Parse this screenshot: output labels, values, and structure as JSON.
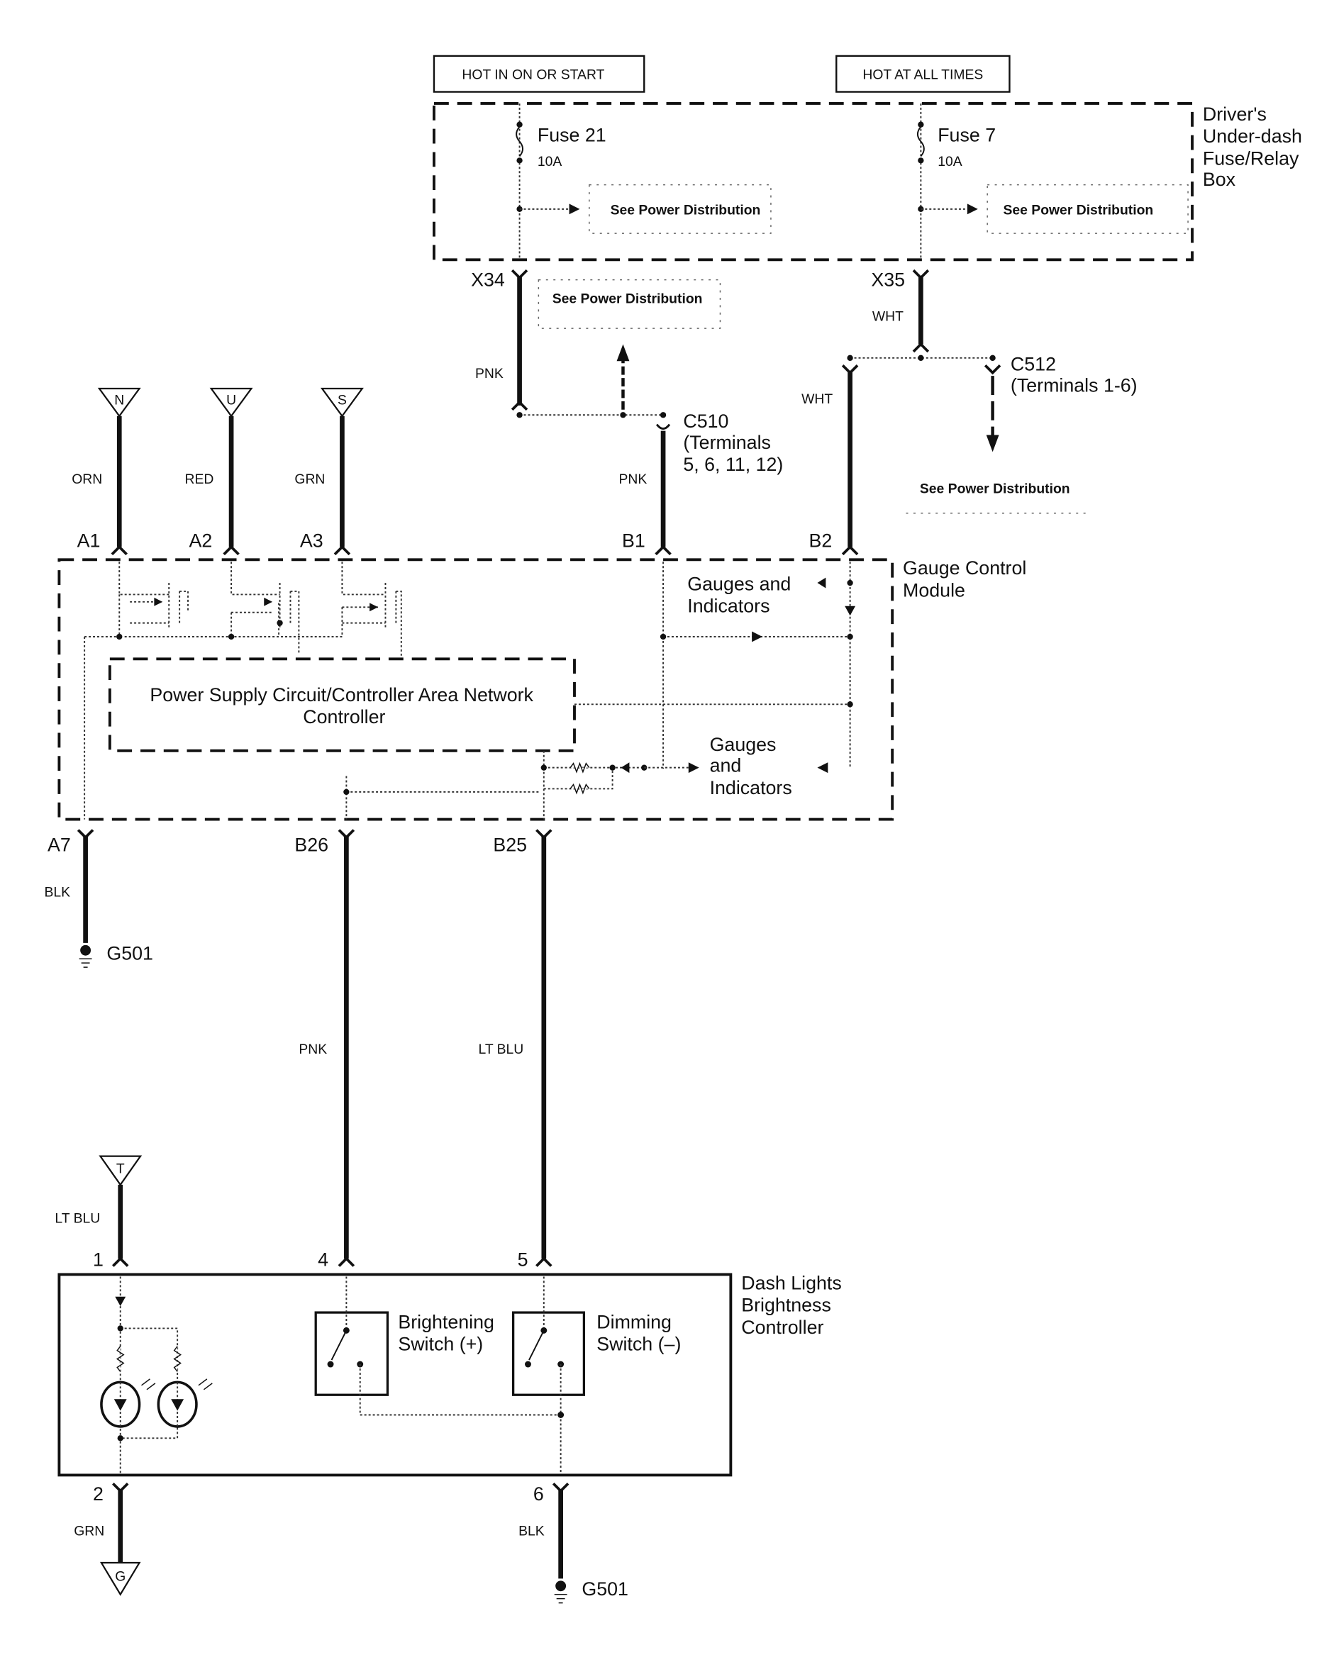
{
  "diagram": {
    "title_boxes": {
      "hot_in_on_or_start": "HOT IN ON OR START",
      "hot_at_all_times": "HOT AT ALL TIMES"
    },
    "fuse_box": {
      "name_lines": [
        "Driver's",
        "Under-dash",
        "Fuse/Relay",
        "Box"
      ],
      "fuse21": {
        "name": "Fuse 21",
        "rating": "10A"
      },
      "fuse7": {
        "name": "Fuse 7",
        "rating": "10A"
      },
      "see_power_distribution": "See Power Distribution"
    },
    "connectors": {
      "x34": "X34",
      "x35": "X35",
      "c510": {
        "name": "C510",
        "terminals_lines": [
          "(Terminals",
          "5, 6, 11, 12)"
        ]
      },
      "c512": {
        "name": "C512",
        "terminals": "(Terminals 1-6)"
      }
    },
    "wires": {
      "x34_color": "PNK",
      "x35_color": "WHT",
      "b2_color": "WHT",
      "b1_color": "PNK",
      "a1_color": "ORN",
      "a2_color": "RED",
      "a3_color": "GRN",
      "a7_color": "BLK",
      "b26_color": "PNK",
      "b25_color": "LT BLU",
      "t_color": "LT BLU",
      "pin2_color": "GRN",
      "pin6_color": "BLK"
    },
    "off_page_refs": {
      "n": "N",
      "u": "U",
      "s": "S",
      "t": "T",
      "g": "G"
    },
    "gauge_control_module": {
      "name_lines": [
        "Gauge Control",
        "Module"
      ],
      "pins": {
        "a1": "A1",
        "a2": "A2",
        "a3": "A3",
        "b1": "B1",
        "b2": "B2",
        "a7": "A7",
        "b26": "B26",
        "b25": "B25"
      },
      "power_supply_lines": [
        "Power Supply Circuit/Controller Area Network",
        "Controller"
      ],
      "gauges_upper_lines": [
        "Gauges and",
        "Indicators"
      ],
      "gauges_lower_lines": [
        "Gauges",
        "and",
        "Indicators"
      ]
    },
    "grounds": {
      "g501": "G501"
    },
    "dash_controller": {
      "name_lines": [
        "Dash Lights",
        "Brightness",
        "Controller"
      ],
      "pins": {
        "p1": "1",
        "p4": "4",
        "p5": "5",
        "p2": "2",
        "p6": "6"
      },
      "brightening_lines": [
        "Brightening",
        "Switch (+)"
      ],
      "dimming_lines": [
        "Dimming",
        "Switch (–)"
      ]
    }
  }
}
